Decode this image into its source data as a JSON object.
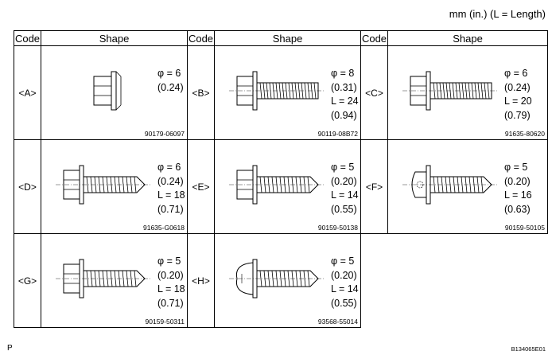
{
  "units_note": "mm (in.) (L = Length)",
  "header": {
    "code": "Code",
    "shape": "Shape"
  },
  "items": [
    {
      "code": "<A>",
      "phi": "φ = 6",
      "phi_in": "(0.24)",
      "length": "",
      "length_in": "",
      "part": "90179-06097",
      "type": "nut"
    },
    {
      "code": "<B>",
      "phi": "φ = 8",
      "phi_in": "(0.31)",
      "length": "L = 24",
      "length_in": "(0.94)",
      "part": "90119-08B72",
      "type": "bolt"
    },
    {
      "code": "<C>",
      "phi": "φ = 6",
      "phi_in": "(0.24)",
      "length": "L = 20",
      "length_in": "(0.79)",
      "part": "91635-80620",
      "type": "bolt"
    },
    {
      "code": "<D>",
      "phi": "φ = 6",
      "phi_in": "(0.24)",
      "length": "L = 18",
      "length_in": "(0.71)",
      "part": "91635-G0618",
      "type": "tapping"
    },
    {
      "code": "<E>",
      "phi": "φ = 5",
      "phi_in": "(0.20)",
      "length": "L = 14",
      "length_in": "(0.55)",
      "part": "90159-50138",
      "type": "tapping"
    },
    {
      "code": "<F>",
      "phi": "φ = 5",
      "phi_in": "(0.20)",
      "length": "L = 16",
      "length_in": "(0.63)",
      "part": "90159-50105",
      "type": "tapping-round"
    },
    {
      "code": "<G>",
      "phi": "φ = 5",
      "phi_in": "(0.20)",
      "length": "L = 18",
      "length_in": "(0.71)",
      "part": "90159-50311",
      "type": "tapping"
    },
    {
      "code": "<H>",
      "phi": "φ = 5",
      "phi_in": "(0.20)",
      "length": "L = 14",
      "length_in": "(0.55)",
      "part": "93568-55014",
      "type": "dome"
    }
  ],
  "page_mark": "P",
  "figure_id": "B134065E01"
}
